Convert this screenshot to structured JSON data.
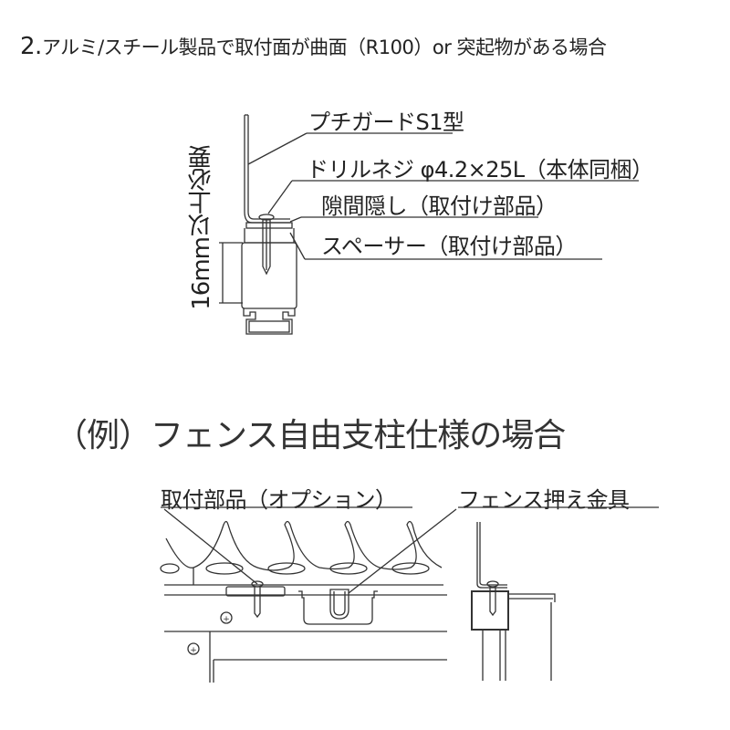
{
  "heading": {
    "number": "2.",
    "text": "アルミ/スチール製品で取付面が曲面（R100）or 突起物がある場合"
  },
  "diagram1": {
    "labels": [
      "プチガードS1型",
      "ドリルネジ φ4.2×25L（本体同梱）",
      "隙間隠し（取付け部品）",
      "スペーサー（取付け部品）"
    ],
    "dimension_note": "16mm以上必要"
  },
  "example": {
    "title": "（例）フェンス自由支柱仕様の場合",
    "labels": [
      "取付部品（オプション）",
      "フェンス押え金具"
    ]
  },
  "colors": {
    "line": "#333333",
    "text": "#222222",
    "background": "#ffffff"
  }
}
